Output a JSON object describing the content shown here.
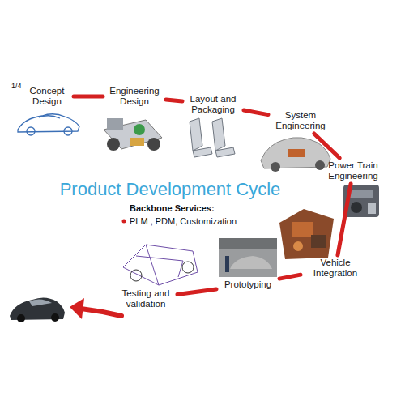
{
  "diagram": {
    "title": "Product Development Cycle",
    "nodes": [
      {
        "text": [
          "Concept Design"
        ]
      },
      {
        "text": [
          "Engineering Design"
        ]
      },
      {
        "text": [
          "Layout and Packaging"
        ]
      },
      {
        "text": [
          "System Engineering"
        ]
      },
      {
        "text": [
          "Power Train Engineering"
        ]
      },
      {
        "text": [
          "Vehicle Integration"
        ]
      },
      {
        "text": [
          "Prototyping"
        ]
      },
      {
        "text": [
          "Testing and validation"
        ]
      }
    ],
    "edges": [
      {
        "from": 0,
        "to": 1,
        "arrow": "none"
      },
      {
        "from": 1,
        "to": 2,
        "arrow": "none"
      },
      {
        "from": 2,
        "to": 3,
        "arrow": "none"
      },
      {
        "from": 3,
        "to": 4,
        "arrow": "none"
      },
      {
        "from": 4,
        "to": 5,
        "arrow": "none"
      },
      {
        "from": 5,
        "to": 6,
        "arrow": "none"
      },
      {
        "from": 6,
        "to": 7,
        "arrow": "none"
      }
    ],
    "labels": [
      "1/4",
      "Backbone Services:",
      "PLM , PDM, Customization"
    ]
  }
}
